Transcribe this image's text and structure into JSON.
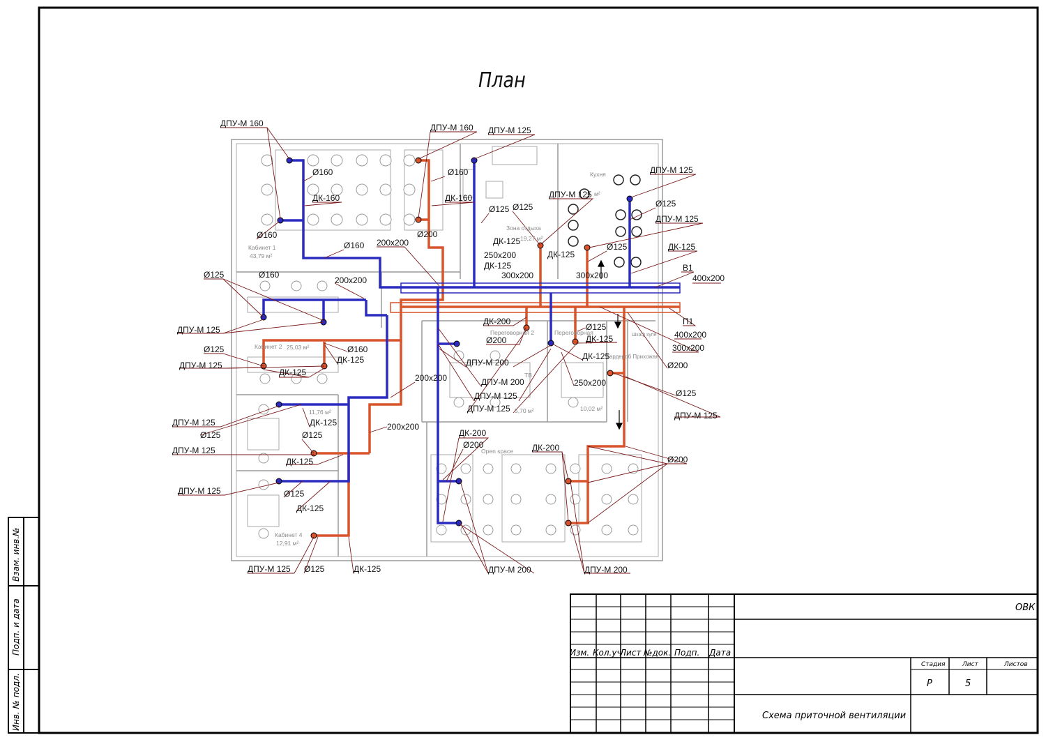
{
  "sheet": {
    "plan_title": "План",
    "drawing_title": "Схема приточной вентиляции",
    "project_code": "ОВК",
    "stage_header": "Стадия",
    "sheet_header": "Лист",
    "sheets_header": "Листов",
    "stage_value": "Р",
    "sheet_value": "5",
    "sheets_value": "",
    "revision_columns": [
      "Изм.",
      "Кол.уч",
      "Лист",
      "№док.",
      "Подп.",
      "Дата"
    ],
    "side_stamp": [
      "Взам. инв.№",
      "Подп. и дата",
      "Инв. № подл."
    ]
  },
  "colors": {
    "supply_duct": "#d9532b",
    "exhaust_duct": "#2b2bbf",
    "label_text": "#111111",
    "walls": "#888888",
    "leader": "#7a1a1a"
  },
  "rooms": [
    {
      "name": "Кабинет 1",
      "area": "43,79 м²"
    },
    {
      "name": "Кабинет 2",
      "area": "25,03 м²"
    },
    {
      "name": "",
      "area": "11,76 м²"
    },
    {
      "name": "Кабинет 4",
      "area": "12,91 м²"
    },
    {
      "name": "Зона отдыха",
      "area": "19,27 м²"
    },
    {
      "name": "Кухня",
      "area": "м²"
    },
    {
      "name": "Переговорная 2",
      "area": "5,70 м²"
    },
    {
      "name": "Переговорная",
      "area": "10,02 м²"
    },
    {
      "name": "Open space",
      "area": ""
    }
  ],
  "labels": {
    "dpu160_a": "ДПУ-М 160",
    "dpu160_b": "ДПУ-М 160",
    "dpu125_top": "ДПУ-М 125",
    "dpu125_kitchen": "ДПУ-М 125",
    "dpu125_kr": "ДПУ-М 125",
    "dpu125_mid": "ДПУ-М 125",
    "d160_1": "Ø160",
    "d160_2": "Ø160",
    "d160_3": "Ø160",
    "d160_4": "Ø160",
    "d160_5": "Ø160",
    "dk160_a": "ДК-160",
    "dk160_b": "ДК-160",
    "d125_1": "Ø125",
    "d125_2": "Ø125",
    "d125_3": "Ø125",
    "d125_4": "Ø125",
    "d200_top": "Ø200",
    "dk125_1": "ДК-125",
    "dk125_2": "ДК-125",
    "dk125_3": "ДК-125",
    "dk125_4": "ДК-125",
    "s200x200_a": "200x200",
    "s200x200_b": "200x200",
    "s200x200_c": "200x200",
    "s200x200_d": "200x200",
    "s250x200": "250x200",
    "s300x200_a": "300x200",
    "s300x200_b": "300x200",
    "v1": "В1",
    "s400x200_v": "400x200",
    "p1": "П1",
    "s400x200_p": "400x200",
    "s300x200_c": "300x200",
    "d125_left": "Ø125",
    "dpu125_l1": "ДПУ-М 125",
    "d125_l2": "Ø125",
    "dpu125_l2": "ДПУ-М 125",
    "d160_l": "Ø160",
    "dk125_l1": "ДК-125",
    "dk125_l2": "ДК-125",
    "dk200_1": "ДК-200",
    "d200_1": "Ø200",
    "dpu200_1": "ДПУ-М 200",
    "dpu200_2": "ДПУ-М 200",
    "dpu125_c1": "ДПУ-М 125",
    "dpu125_c2": "ДПУ-М 125",
    "d125_r1": "Ø125",
    "dk125_r1": "ДК-125",
    "dk125_r2": "ДК-125",
    "s250x200_r": "250x200",
    "d200_r": "Ø200",
    "d125_r2": "Ø125",
    "dpu125_r": "ДПУ-М 125",
    "dpu125_b1": "ДПУ-М 125",
    "d125_b1": "Ø125",
    "dk125_b1": "ДК-125",
    "d125_b2": "Ø125",
    "dpu125_b2": "ДПУ-М 125",
    "dk125_b2": "ДК-125",
    "dpu125_b3": "ДПУ-М 125",
    "d125_b3": "Ø125",
    "dk125_b3": "ДК-125",
    "dpu125_b4": "ДПУ-М 125",
    "d125_b4": "Ø125",
    "dk125_b4": "ДК-125",
    "dk200_2": "ДК-200",
    "d200_2": "Ø200",
    "dpu200_3": "ДПУ-М 200",
    "dk200_3": "ДК-200",
    "d200_3": "Ø200",
    "dpu200_4": "ДПУ-М 200",
    "tv": "ТВ",
    "shkaf": "Шкаф купе",
    "garderob": "Гардероб Прихожая"
  }
}
